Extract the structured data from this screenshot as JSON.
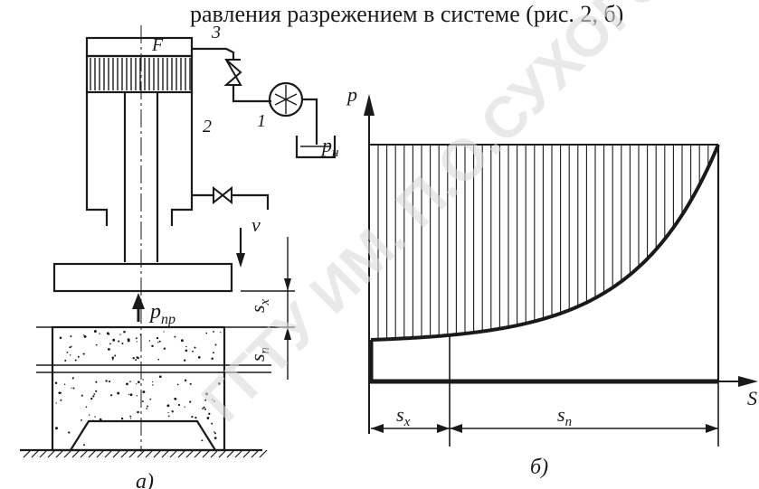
{
  "header_fragment": "равления разрежением в системе (рис. 2, б)",
  "watermark": "ГГТУ ИМ. П.О.СУХОГО",
  "figure_a": {
    "caption": "а)",
    "labels": {
      "F": "F",
      "n3": "3",
      "n2": "2",
      "n1": "1",
      "v": "v",
      "p_pr": "p",
      "p_pr_sub": "пр",
      "s_x": "s",
      "s_x_sub": "x",
      "s_p": "s",
      "s_p_sub": "п"
    }
  },
  "figure_b": {
    "caption": "б)",
    "labels": {
      "p_axis": "p",
      "p_n": "p",
      "p_n_sub": "н",
      "s_axis": "S",
      "s_x": "s",
      "s_x_sub": "x",
      "s_p": "s",
      "s_p_sub": "п"
    }
  },
  "colors": {
    "ink": "#1a1a1a",
    "watermark": "#dcdcdc"
  }
}
